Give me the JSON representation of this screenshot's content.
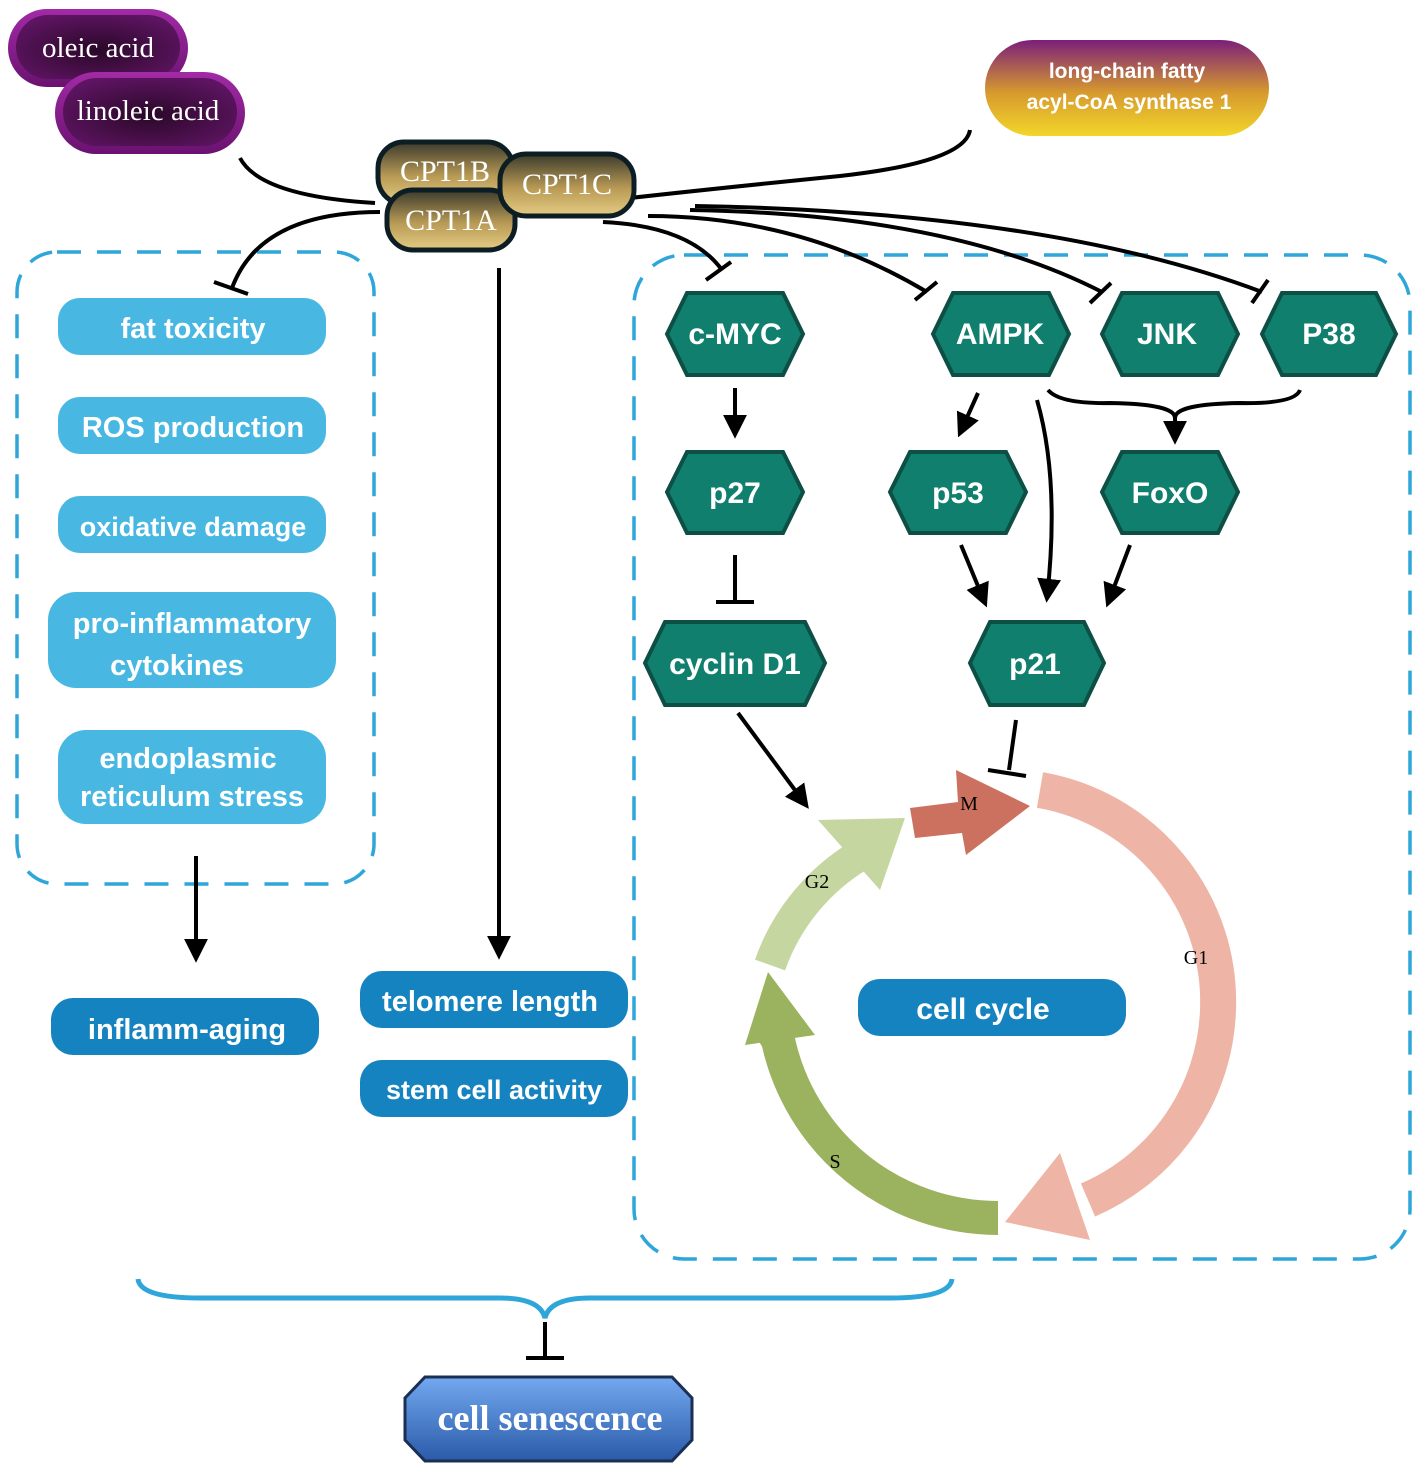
{
  "colors": {
    "dashed_box": "#2fa6d9",
    "light_blue_box": "#48b8e2",
    "dark_blue_box": "#1583bf",
    "teal_node": "#117f6e",
    "teal_stroke": "#0d4f45",
    "purple_pill": "#8b1e90",
    "cpt_gold": "#c9ad63",
    "senescence_blue": "#3a74c9",
    "phase_M": "#cc715f",
    "phase_G1": "#eeb5a6",
    "phase_S": "#9bb25e",
    "phase_G2": "#c6d6a0"
  },
  "inputs": {
    "oleic_acid": "oleic acid",
    "linoleic_acid": "linoleic acid",
    "acsl1_line1": "long-chain fatty",
    "acsl1_line2": "acyl-CoA synthase 1"
  },
  "cpt": {
    "cpt1b": "CPT1B",
    "cpt1c": "CPT1C",
    "cpt1a": "CPT1A"
  },
  "left_box": {
    "items": [
      {
        "lines": [
          "fat toxicity"
        ]
      },
      {
        "lines": [
          "ROS production"
        ]
      },
      {
        "lines": [
          "oxidative damage"
        ]
      },
      {
        "lines": [
          "pro-inflammatory",
          "cytokines"
        ]
      },
      {
        "lines": [
          "endoplasmic",
          "reticulum stress"
        ]
      }
    ]
  },
  "outcomes": {
    "inflamm_aging": "inflamm-aging",
    "telomere_length": "telomere length",
    "stem_cell_activity": "stem cell activity"
  },
  "pathway": {
    "cmyc": "c-MYC",
    "ampk": "AMPK",
    "jnk": "JNK",
    "p38": "P38",
    "p27": "p27",
    "p53": "p53",
    "foxo": "FoxO",
    "cyclin_d1": "cyclin D1",
    "p21": "p21"
  },
  "cell_cycle": {
    "label": "cell cycle",
    "phase_M": "M",
    "phase_G1": "G1",
    "phase_S": "S",
    "phase_G2": "G2"
  },
  "result": {
    "cell_senescence": "cell senescence"
  }
}
